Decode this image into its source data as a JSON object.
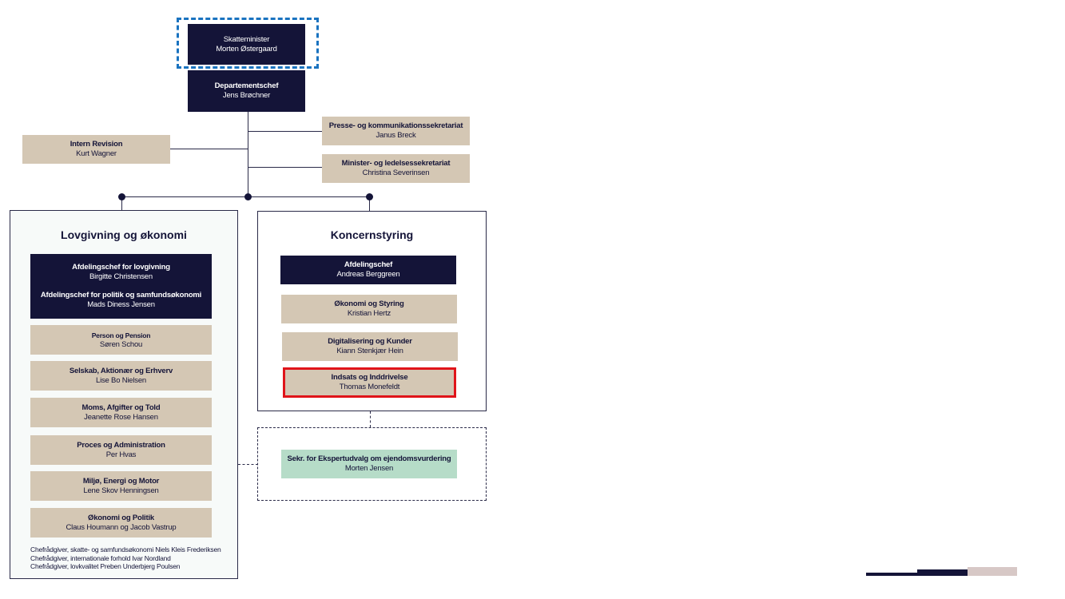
{
  "top": {
    "minister": {
      "title": "Skatteminister",
      "name": "Morten Østergaard"
    },
    "dept_head": {
      "title": "Departementschef",
      "name": "Jens Brøchner"
    }
  },
  "staff": {
    "intern_revision": {
      "title": "Intern Revision",
      "name": "Kurt Wagner"
    },
    "presse": {
      "title": "Presse- og kommunikationssekretariat",
      "name": "Janus Breck"
    },
    "minister_sekr": {
      "title": "Minister- og ledelsessekretariat",
      "name": "Christina Severinsen"
    }
  },
  "left_panel": {
    "title": "Lovgivning og økonomi",
    "head": {
      "title1": "Afdelingschef for lovgivning",
      "name1": "Birgitte Christensen",
      "title2": "Afdelingschef for politik og samfundsøkonomi",
      "name2": "Mads Diness Jensen"
    },
    "units": [
      {
        "title": "Person og Pension",
        "name": "Søren Schou"
      },
      {
        "title": "Selskab, Aktionær og Erhverv",
        "name": "Lise Bo Nielsen"
      },
      {
        "title": "Moms, Afgifter og Told",
        "name": "Jeanette Rose Hansen"
      },
      {
        "title": "Proces og Administration",
        "name": "Per Hvas"
      },
      {
        "title": "Miljø, Energi og Motor",
        "name": "Lene Skov Henningsen"
      },
      {
        "title": "Økonomi og Politik",
        "name": "Claus Houmann og Jacob Vastrup"
      }
    ],
    "advisors": [
      "Chefrådgiver, skatte- og samfundsøkonomi Niels Kleis Frederiksen",
      "Chefrådgiver, internationale forhold Ivar Nordland",
      "Chefrådgiver, lovkvalitet Preben Underbjerg Poulsen"
    ]
  },
  "right_panel": {
    "title": "Koncernstyring",
    "head": {
      "title": "Afdelingschef",
      "name": "Andreas Berggreen"
    },
    "units": [
      {
        "title": "Økonomi og Styring",
        "name": "Kristian Hertz"
      },
      {
        "title": "Digitalisering og Kunder",
        "name": "Kiann Stenkjær Hein"
      },
      {
        "title": "Indsats og Inddrivelse",
        "name": "Thomas Monefeldt"
      }
    ]
  },
  "expert": {
    "title": "Sekr. for Ekspertudvalg om ejendomsvurdering",
    "name": "Morten Jensen"
  },
  "colors": {
    "navy": "#141438",
    "tan": "#d4c7b4",
    "mint": "#b6dcc8",
    "highlight_blue": "#1a73c0",
    "highlight_red": "#e0141a"
  }
}
